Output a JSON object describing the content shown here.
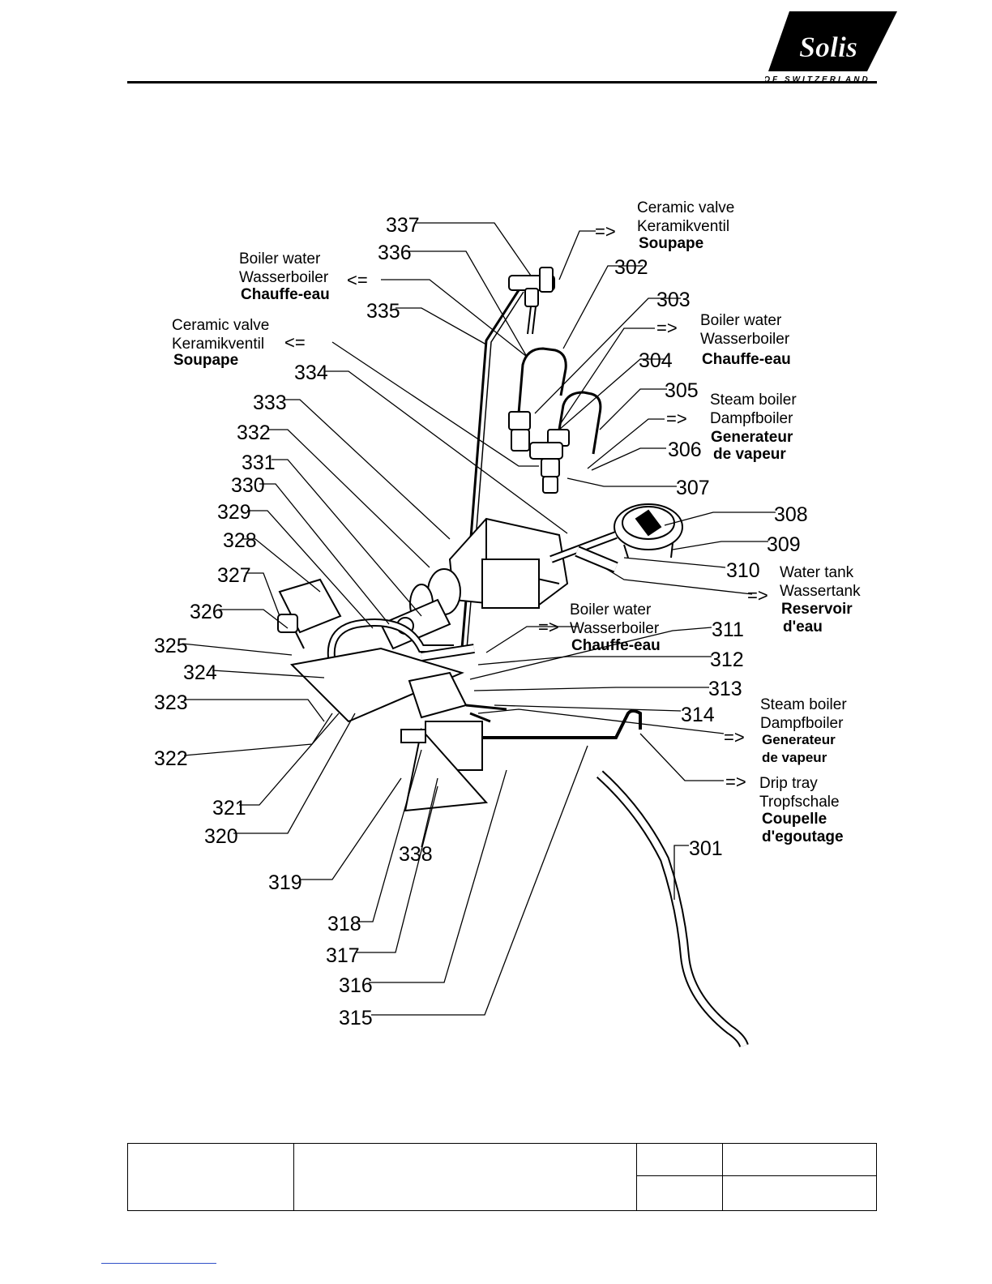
{
  "logo": {
    "brand": "Solis",
    "tagline": "OF SWITZERLAND"
  },
  "labels": [
    {
      "id": "ext-ceramic-top",
      "lines": [
        "Ceramic valve",
        "Keramikventil",
        "Soupape"
      ],
      "arrow": "=>"
    },
    {
      "id": "ext-boiler-left",
      "lines": [
        "Boiler water",
        "Wasserboiler",
        "Chauffe-eau"
      ],
      "arrow": "<="
    },
    {
      "id": "ext-ceramic-left",
      "lines": [
        "Ceramic valve",
        "Keramikventil",
        "Soupape"
      ],
      "arrow": "<="
    },
    {
      "id": "ext-boiler-right",
      "lines": [
        "Boiler water",
        "Wasserboiler",
        "Chauffe-eau"
      ],
      "arrow": "=>"
    },
    {
      "id": "ext-steam-upper",
      "lines": [
        "Steam boiler",
        "Dampfboiler",
        "Generateur",
        "de vapeur"
      ],
      "arrow": "=>"
    },
    {
      "id": "ext-water-tank",
      "lines": [
        "Water tank",
        "Wassertank",
        "Reservoir",
        "d'eau"
      ],
      "arrow": "=>"
    },
    {
      "id": "ext-boiler-mid",
      "lines": [
        "Boiler water",
        "Wasserboiler",
        "Chauffe-eau"
      ],
      "arrow": "=>"
    },
    {
      "id": "ext-steam-lower",
      "lines": [
        "Steam boiler",
        "Dampfboiler",
        "Generateur",
        "de vapeur"
      ],
      "arrow": "=>"
    },
    {
      "id": "ext-drip-tray",
      "lines": [
        "Drip tray",
        "Tropfschale",
        "Coupelle",
        "d'egoutage"
      ],
      "arrow": "=>"
    }
  ],
  "parts": [
    "301",
    "302",
    "303",
    "304",
    "305",
    "306",
    "307",
    "308",
    "309",
    "310",
    "311",
    "312",
    "313",
    "314",
    "315",
    "316",
    "317",
    "318",
    "319",
    "320",
    "321",
    "322",
    "323",
    "324",
    "325",
    "326",
    "327",
    "328",
    "329",
    "330",
    "331",
    "332",
    "333",
    "334",
    "335",
    "336",
    "337",
    "338"
  ]
}
